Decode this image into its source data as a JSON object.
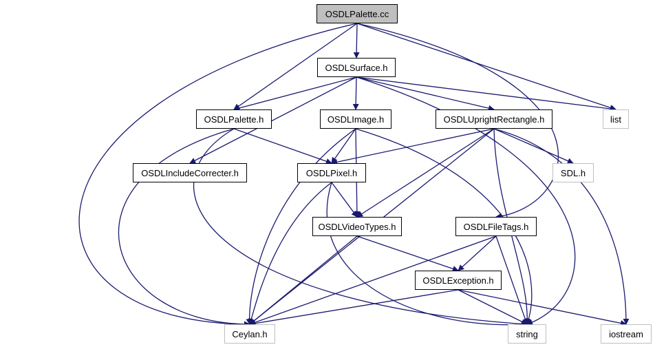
{
  "diagram": {
    "colors": {
      "edge": "#191970",
      "root_fill": "#bfbfbf",
      "ext_border": "#bfbfbf",
      "node_border": "#000000"
    },
    "nodes": {
      "root": "OSDLPalette.cc",
      "surface": "OSDLSurface.h",
      "list": "list",
      "palette": "OSDLPalette.h",
      "image": "OSDLImage.h",
      "upright": "OSDLUprightRectangle.h",
      "includecorr": "OSDLIncludeCorrecter.h",
      "pixel": "OSDLPixel.h",
      "sdl": "SDL.h",
      "videotypes": "OSDLVideoTypes.h",
      "filetags": "OSDLFileTags.h",
      "exception": "OSDLException.h",
      "ceylan": "Ceylan.h",
      "string": "string",
      "iostream": "iostream"
    },
    "edges": [
      [
        "root",
        "surface"
      ],
      [
        "root",
        "palette"
      ],
      [
        "root",
        "list"
      ],
      [
        "root",
        "filetags"
      ],
      [
        "root",
        "ceylan"
      ],
      [
        "surface",
        "palette"
      ],
      [
        "surface",
        "image"
      ],
      [
        "surface",
        "upright"
      ],
      [
        "surface",
        "list"
      ],
      [
        "surface",
        "includecorr"
      ],
      [
        "surface",
        "string"
      ],
      [
        "palette",
        "pixel"
      ],
      [
        "palette",
        "ceylan"
      ],
      [
        "palette",
        "string"
      ],
      [
        "image",
        "pixel"
      ],
      [
        "image",
        "videotypes"
      ],
      [
        "image",
        "ceylan"
      ],
      [
        "image",
        "string"
      ],
      [
        "upright",
        "pixel"
      ],
      [
        "upright",
        "videotypes"
      ],
      [
        "upright",
        "sdl"
      ],
      [
        "upright",
        "ceylan"
      ],
      [
        "upright",
        "string"
      ],
      [
        "upright",
        "iostream"
      ],
      [
        "pixel",
        "videotypes"
      ],
      [
        "pixel",
        "ceylan"
      ],
      [
        "pixel",
        "string"
      ],
      [
        "videotypes",
        "exception"
      ],
      [
        "videotypes",
        "ceylan"
      ],
      [
        "filetags",
        "exception"
      ],
      [
        "filetags",
        "ceylan"
      ],
      [
        "filetags",
        "string"
      ],
      [
        "exception",
        "ceylan"
      ],
      [
        "exception",
        "string"
      ],
      [
        "exception",
        "iostream"
      ]
    ]
  }
}
